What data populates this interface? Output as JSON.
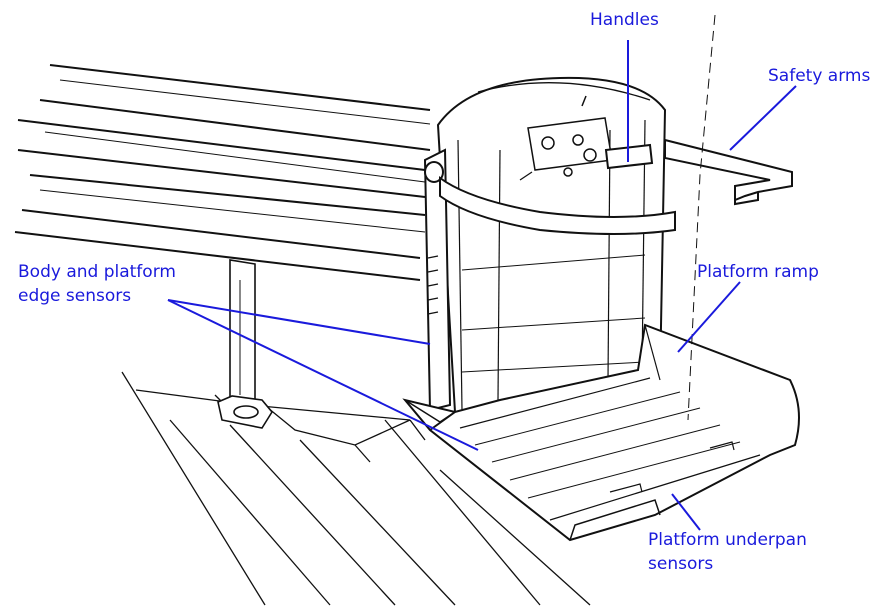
{
  "colors": {
    "label": "#1a1adc",
    "leader": "#1a1adc",
    "drawing": "#111111"
  },
  "labels": {
    "handles": "Handles",
    "safety_arms": "Safety arms",
    "body_sensors": [
      "Body and platform",
      "edge sensors"
    ],
    "platform_ramp": "Platform ramp",
    "underpan_sensors": [
      "Platform underpan",
      "sensors"
    ]
  }
}
